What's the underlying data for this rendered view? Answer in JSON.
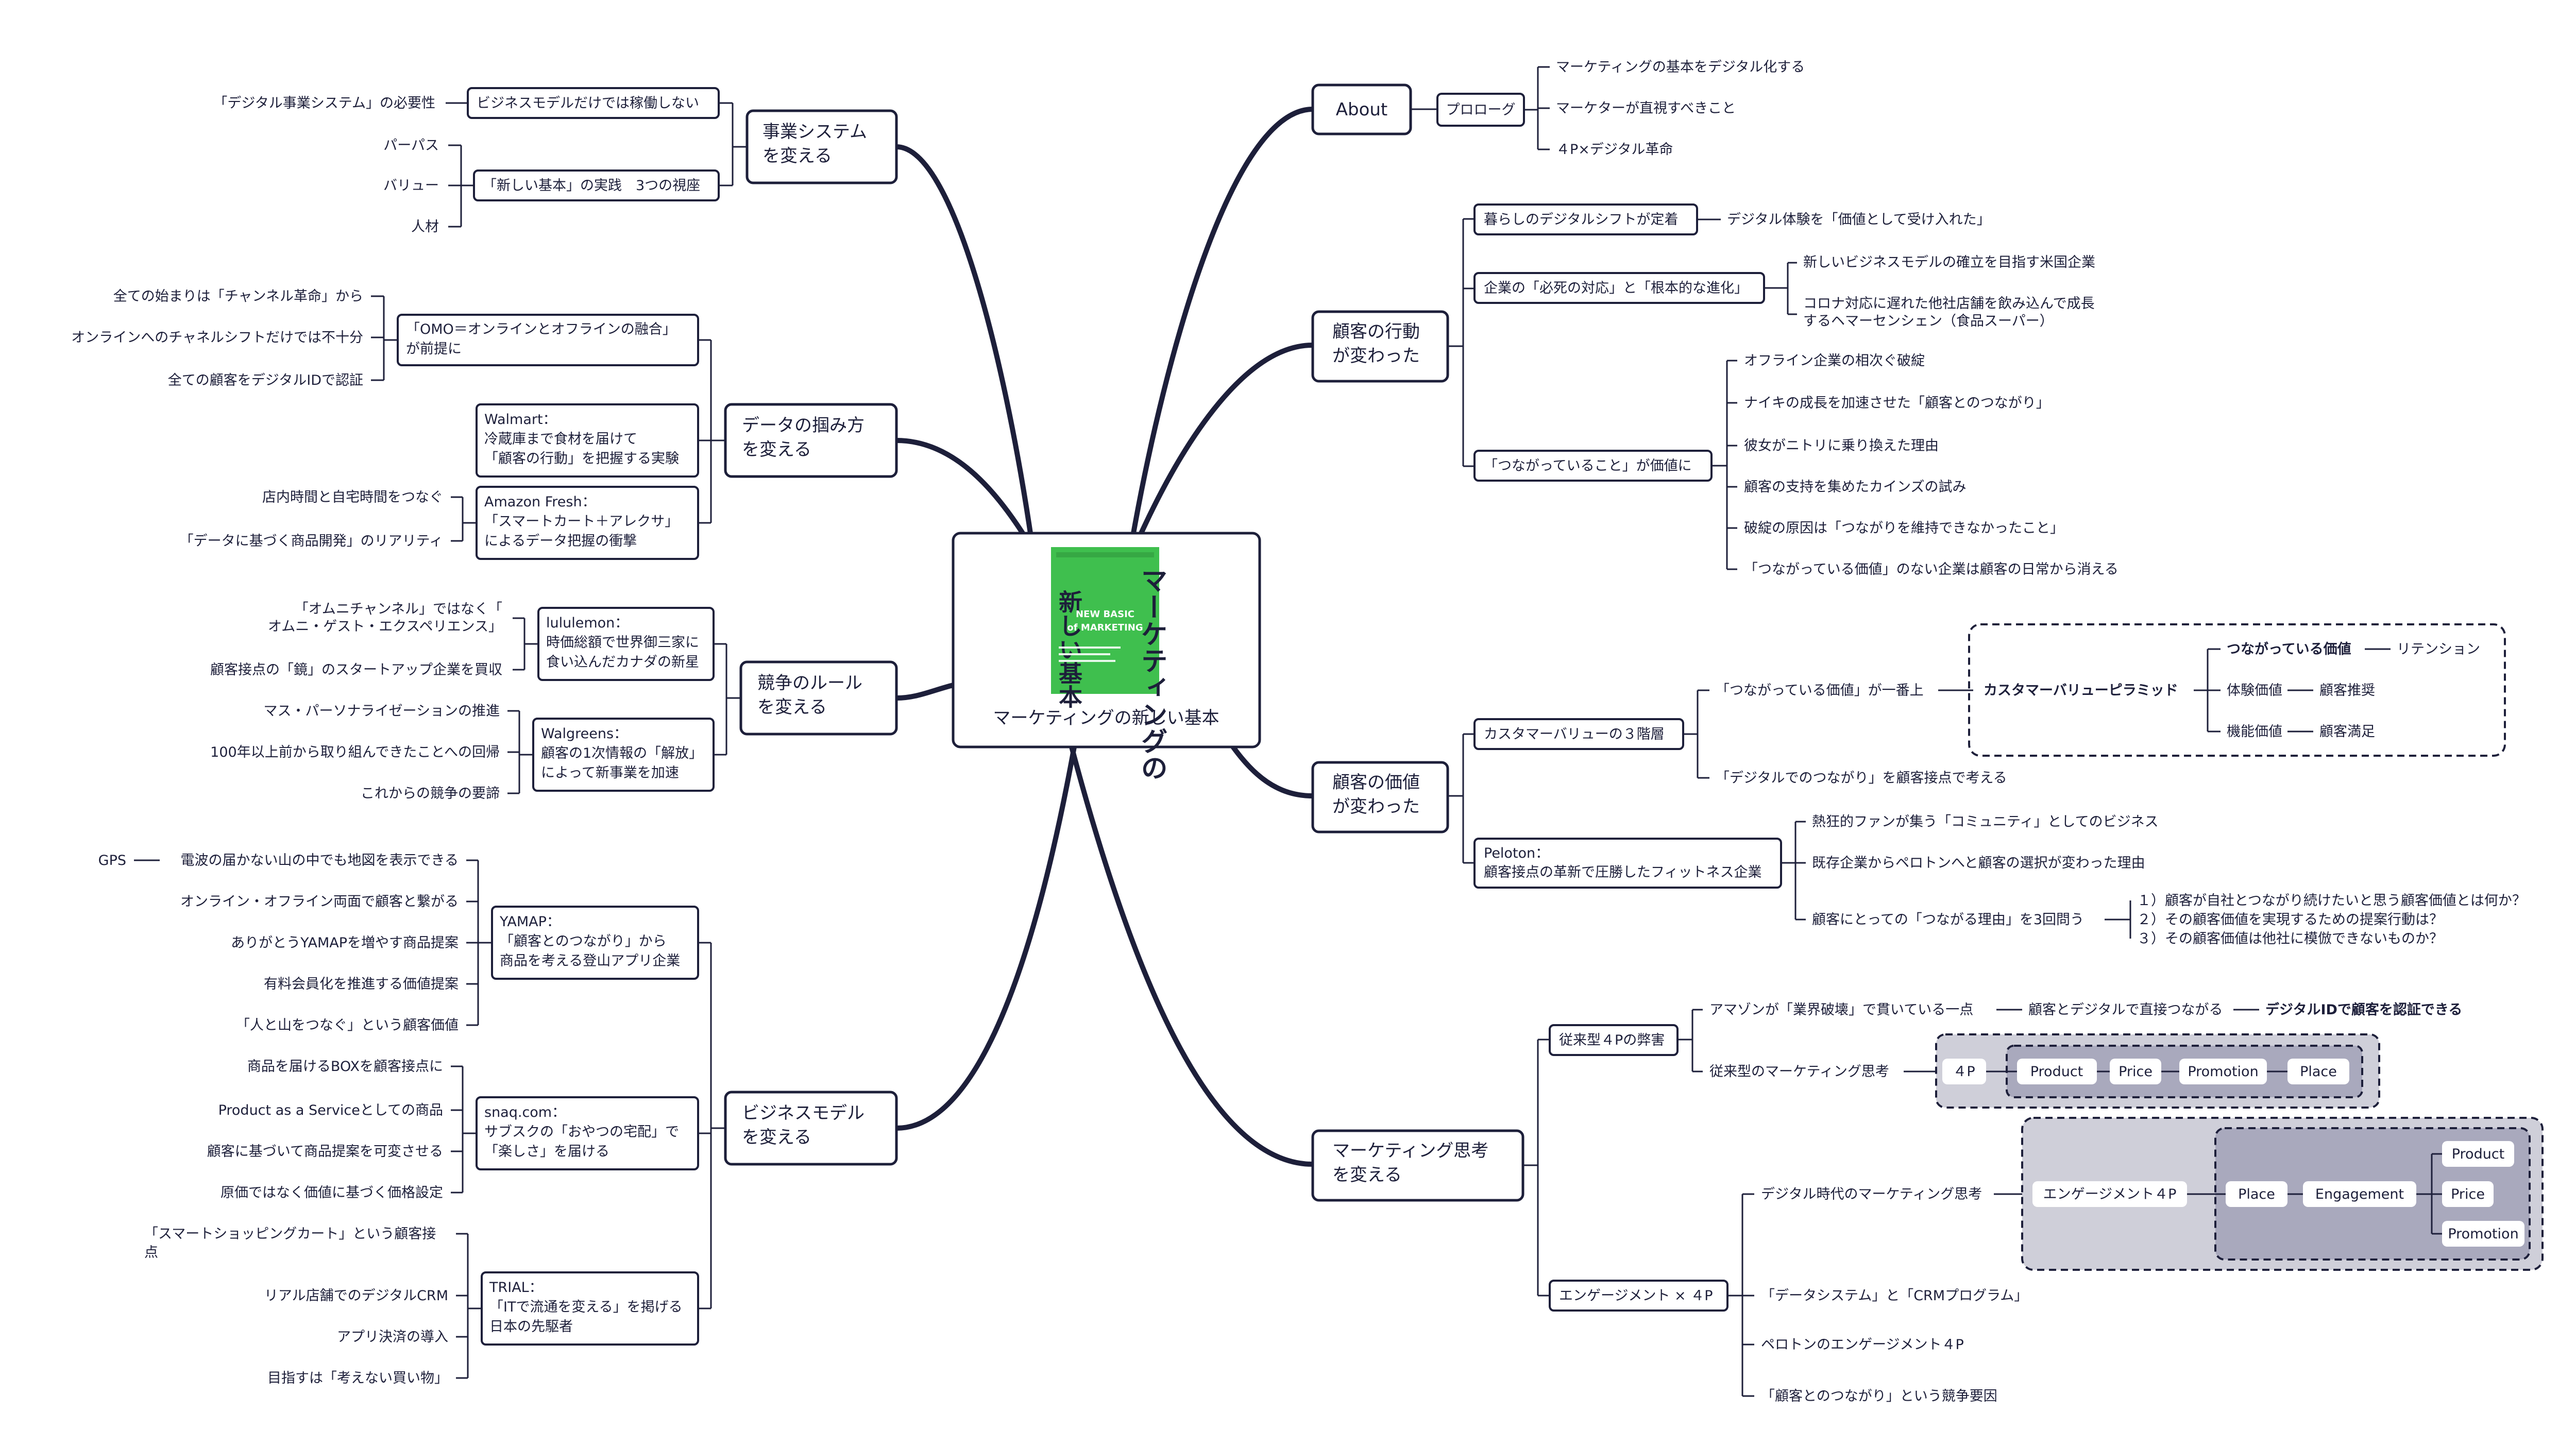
{
  "center": {
    "title": "マーケティングの新しい基本",
    "cover_title": "マーケティングの新しい基本",
    "cover_subtitle": "NEW BASIC of MARKETING",
    "cover_color": "#3fbf4e"
  },
  "colors": {
    "line": "#1d1f3a",
    "group_light": "#cfcfd9",
    "group_dark": "#a9a9bd"
  },
  "right": {
    "about": {
      "label": "About",
      "prologue": "プロローグ",
      "items": [
        "マーケティングの基本をデジタル化する",
        "マーケターが直視すべきこと",
        "４P×デジタル革命"
      ]
    },
    "behavior": {
      "label": [
        "顧客の行動",
        "が変わった"
      ],
      "b1": {
        "label": "暮らしのデジタルシフトが定着",
        "child": "デジタル体験を「価値として受け入れた」"
      },
      "b2": {
        "label": "企業の「必死の対応」と「根本的な進化」",
        "children": [
          "新しいビジネスモデルの確立を目指す米国企業",
          "コロナ対応に遅れた他社店舗を飲み込んで成長",
          "するヘマーセンシェン（食品スーパー）"
        ]
      },
      "b3": {
        "label": "「つながっていること」が価値に",
        "children": [
          "オフライン企業の相次ぐ破綻",
          "ナイキの成長を加速させた「顧客とのつながり」",
          "彼女がニトリに乗り換えた理由",
          "顧客の支持を集めたカインズの試み",
          "破綻の原因は「つながりを維持できなかったこと」",
          "「つながっている価値」のない企業は顧客の日常から消える"
        ]
      }
    },
    "value": {
      "label": [
        "顧客の価値",
        "が変わった"
      ],
      "cv": {
        "label": "カスタマーバリューの３階層",
        "top": "「つながっている価値」が一番上",
        "pyramid": "カスタマーバリューピラミッド",
        "levels": [
          {
            "name": "つながっている価値",
            "result": "リテンション"
          },
          {
            "name": "体験価値",
            "result": "顧客推奨"
          },
          {
            "name": "機能価値",
            "result": "顧客満足"
          }
        ],
        "digital": "「デジタルでのつながり」を顧客接点で考える"
      },
      "peloton": {
        "label": [
          "Peloton：",
          "顧客接点の革新で圧勝したフィットネス企業"
        ],
        "children": [
          "熱狂的ファンが集う「コミュニティ」としてのビジネス",
          "既存企業からペロトンへと顧客の選択が変わった理由",
          "顧客にとっての「つながる理由」を3回問う"
        ],
        "questions": [
          "１）顧客が自社とつながり続けたいと思う顧客価値とは何か？",
          "２）その顧客価値を実現するための提案行動は？",
          "３）その顧客価値は他社に模倣できないものか？"
        ]
      }
    },
    "thinking": {
      "label": [
        "マーケティング思考",
        "を変える"
      ],
      "trad": {
        "label": "従来型４Pの弊害",
        "amazon": "アマゾンが「業界破壊」で貫いている一点",
        "direct": "顧客とデジタルで直接つながる",
        "digital_id": "デジタルIDで顧客を認証できる",
        "old_thinking": "従来型のマーケティング思考",
        "fourp": "４P",
        "ps": [
          "Product",
          "Price",
          "Promotion",
          "Place"
        ]
      },
      "engage": {
        "label": "エンゲージメント × ４P",
        "digital_thinking": "デジタル時代のマーケティング思考",
        "e4p": "エンゲージメント４P",
        "place": "Place",
        "engagement": "Engagement",
        "ps": [
          "Product",
          "Price",
          "Promotion"
        ],
        "others": [
          "「データシステム」と「CRMプログラム」",
          "ペロトンのエンゲージメント４P",
          "「顧客とのつながり」という競争要因"
        ]
      }
    }
  },
  "left": {
    "system": {
      "label": [
        "事業システム",
        "を変える"
      ],
      "n1": "ビジネスモデルだけでは稼働しない",
      "n1c": "「デジタル事業システム」の必要性",
      "n2": "「新しい基本」の実践　3つの視座",
      "n2c": [
        "パーパス",
        "バリュー",
        "人材"
      ]
    },
    "data": {
      "label": [
        "データの掴み方",
        "を変える"
      ],
      "omo": {
        "label": [
          "「OMO＝オンラインとオフラインの融合」",
          "が前提に"
        ],
        "children": [
          "全ての始まりは「チャンネル革命」から",
          "オンラインへのチャネルシフトだけでは不十分",
          "全ての顧客をデジタルIDで認証"
        ]
      },
      "walmart": {
        "label": [
          "Walmart：",
          "冷蔵庫まで食材を届けて",
          "「顧客の行動」を把握する実験"
        ]
      },
      "amazon": {
        "label": [
          "Amazon Fresh：",
          "「スマートカート＋アレクサ」",
          "によるデータ把握の衝撃"
        ],
        "children": [
          "店内時間と自宅時間をつなぐ",
          "「データに基づく商品開発」のリアリティ"
        ]
      }
    },
    "rules": {
      "label": [
        "競争のルール",
        "を変える"
      ],
      "lulu": {
        "label": [
          "lululemon：",
          "時価総額で世界御三家に",
          "食い込んだカナダの新星"
        ],
        "children": [
          "「オムニチャンネル」ではなく「",
          "オムニ・ゲスト・エクスペリエンス」",
          "顧客接点の「鏡」のスタートアップ企業を買収"
        ]
      },
      "walg": {
        "label": [
          "Walgreens：",
          "顧客の1次情報の「解放」",
          "によって新事業を加速"
        ],
        "children": [
          "マス・パーソナライゼーションの推進",
          "100年以上前から取り組んできたことへの回帰",
          "これからの競争の要諦"
        ]
      }
    },
    "model": {
      "label": [
        "ビジネスモデル",
        "を変える"
      ],
      "yamap": {
        "label": [
          "YAMAP：",
          "「顧客とのつながり」から",
          "商品を考える登山アプリ企業"
        ],
        "gps": "GPS",
        "children": [
          "電波の届かない山の中でも地図を表示できる",
          "オンライン・オフライン両面で顧客と繋がる",
          "ありがとうYAMAPを増やす商品提案",
          "有料会員化を推進する価値提案",
          "「人と山をつなぐ」という顧客価値"
        ]
      },
      "snaq": {
        "label": [
          "snaq.com：",
          "サブスクの「おやつの宅配」で",
          "「楽しさ」を届ける"
        ],
        "children": [
          "商品を届けるBOXを顧客接点に",
          "Product as a Serviceとしての商品",
          "顧客に基づいて商品提案を可変させる",
          "原価ではなく価値に基づく価格設定"
        ]
      },
      "trial": {
        "label": [
          "TRIAL：",
          "「ITで流通を変える」を掲げる",
          "日本の先駆者"
        ],
        "children": [
          "「スマートショッピングカート」という顧客接",
          "点",
          "リアル店舗でのデジタルCRM",
          "アプリ決済の導入",
          "目指すは「考えない買い物」"
        ]
      }
    }
  }
}
